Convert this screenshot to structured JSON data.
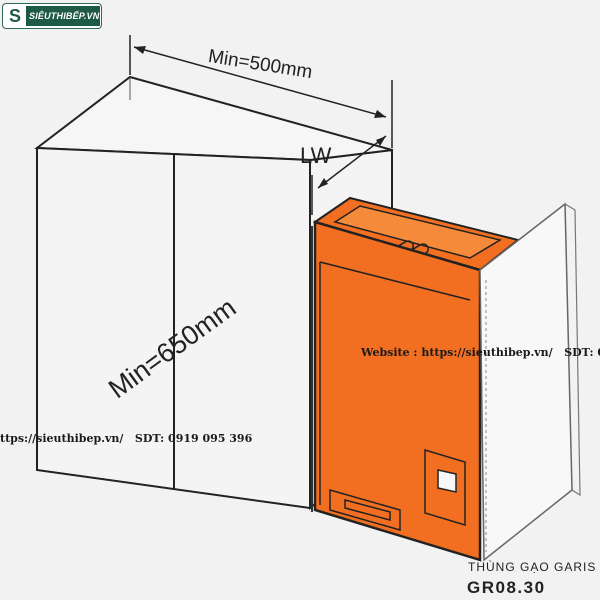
{
  "logo": {
    "icon": "s-logo-icon",
    "text": "SIÊUTHIBẾP.VN"
  },
  "dimensions": {
    "width": "Min=500mm",
    "lw": "LW",
    "height": "Min=650mm"
  },
  "watermark": {
    "left": "ttps://sieuthibep.vn/   SDT: 0919 095 396",
    "right": "Website : https://sieuthibep.vn/   SDT: 09"
  },
  "product": {
    "name": "THÙNG GẠO GARIS",
    "code": "GR08.30"
  },
  "colors": {
    "drawer": "#f26f21",
    "logo": "#1f5a45"
  }
}
